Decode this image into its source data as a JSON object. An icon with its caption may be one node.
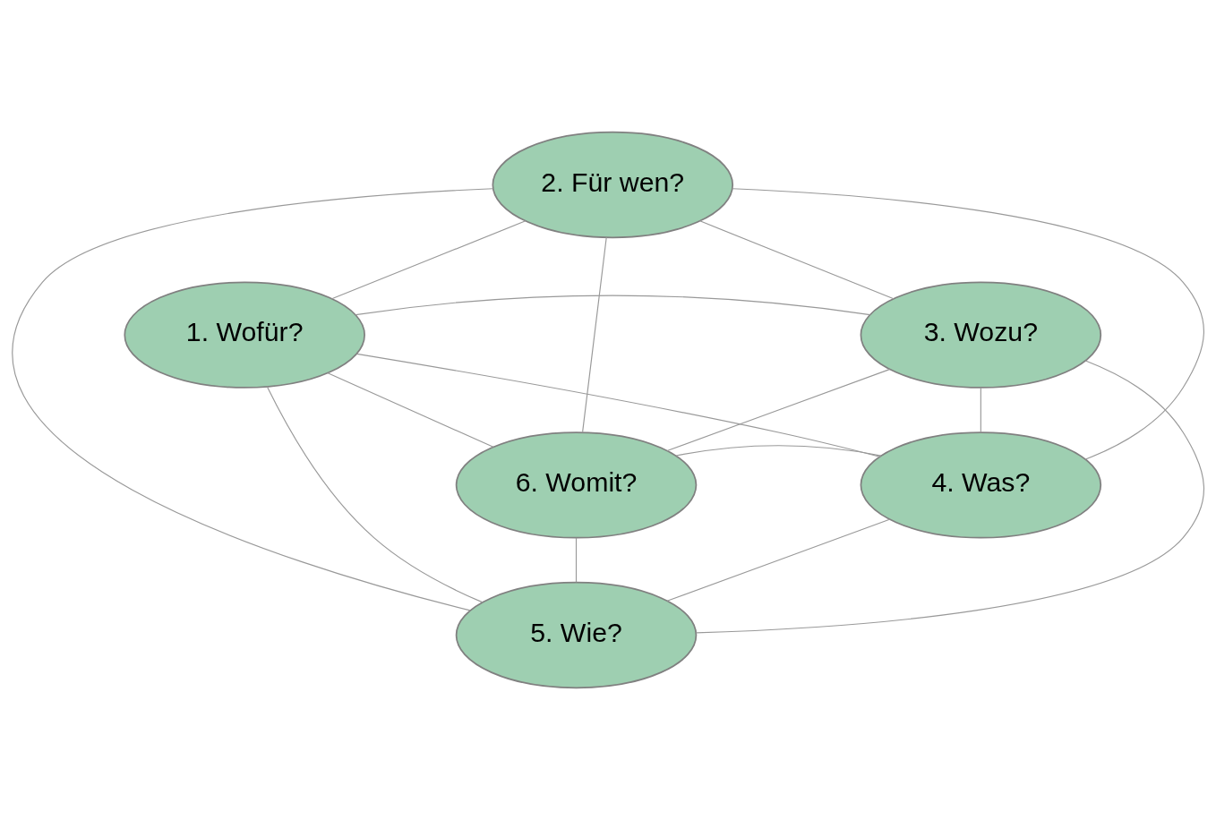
{
  "diagram": {
    "nodes": [
      {
        "text": [
          "2. Für wen?"
        ]
      },
      {
        "text": [
          "1. Wofür?"
        ]
      },
      {
        "text": [
          "3. Wozu?"
        ]
      },
      {
        "text": [
          "6. Womit?"
        ]
      },
      {
        "text": [
          "4. Was?"
        ]
      },
      {
        "text": [
          "5. Wie?"
        ]
      }
    ],
    "edges": [
      {
        "from": 1,
        "to": 0,
        "arrow": "none"
      },
      {
        "from": 0,
        "to": 2,
        "arrow": "none"
      },
      {
        "from": 1,
        "to": 2,
        "arrow": "none"
      },
      {
        "from": 1,
        "to": 3,
        "arrow": "none"
      },
      {
        "from": 2,
        "to": 4,
        "arrow": "none"
      },
      {
        "from": 3,
        "to": 4,
        "arrow": "none"
      },
      {
        "from": 3,
        "to": 5,
        "arrow": "none"
      },
      {
        "from": 4,
        "to": 5,
        "arrow": "none"
      },
      {
        "from": 0,
        "to": 5,
        "arrow": "none"
      },
      {
        "from": 1,
        "to": 4,
        "arrow": "none"
      },
      {
        "from": 1,
        "to": 5,
        "arrow": "none"
      },
      {
        "from": 0,
        "to": 3,
        "arrow": "none"
      },
      {
        "from": 0,
        "to": 4,
        "arrow": "none"
      },
      {
        "from": 2,
        "to": 3,
        "arrow": "none"
      },
      {
        "from": 2,
        "to": 5,
        "arrow": "none"
      }
    ]
  }
}
